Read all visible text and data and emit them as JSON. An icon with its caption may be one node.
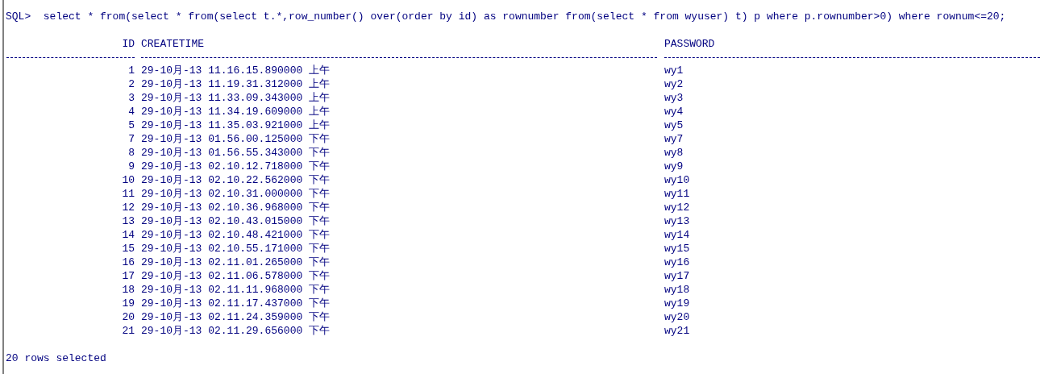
{
  "diagram": {
    "labels": [
      "SQL>  select * from(select * from(select t.*,row_number() over(order by id) as rownumber from(select * from wyuser) t) p where p.rownumber>0) where rownum<=20;",
      "ID",
      "CREATETIME",
      "PASSWORD",
      "1",
      "29-10月-13 11.16.15.890000 上午",
      "wy1",
      "2",
      "29-10月-13 11.19.31.312000 上午",
      "wy2",
      "3",
      "29-10月-13 11.33.09.343000 上午",
      "wy3",
      "4",
      "29-10月-13 11.34.19.609000 上午",
      "wy4",
      "5",
      "29-10月-13 11.35.03.921000 上午",
      "wy5",
      "7",
      "29-10月-13 01.56.00.125000 下午",
      "wy7",
      "8",
      "29-10月-13 01.56.55.343000 下午",
      "wy8",
      "9",
      "29-10月-13 02.10.12.718000 下午",
      "wy9",
      "10",
      "29-10月-13 02.10.22.562000 下午",
      "wy10",
      "11",
      "29-10月-13 02.10.31.000000 下午",
      "wy11",
      "12",
      "29-10月-13 02.10.36.968000 下午",
      "wy12",
      "13",
      "29-10月-13 02.10.43.015000 下午",
      "wy13",
      "14",
      "29-10月-13 02.10.48.421000 下午",
      "wy14",
      "15",
      "29-10月-13 02.10.55.171000 下午",
      "wy15",
      "16",
      "29-10月-13 02.11.01.265000 下午",
      "wy16",
      "17",
      "29-10月-13 02.11.06.578000 下午",
      "wy17",
      "18",
      "29-10月-13 02.11.11.968000 下午",
      "wy18",
      "19",
      "29-10月-13 02.11.17.437000 下午",
      "wy19",
      "20",
      "29-10月-13 02.11.24.359000 下午",
      "wy20",
      "21",
      "29-10月-13 02.11.29.656000 下午",
      "wy21",
      "20 rows selected"
    ]
  }
}
